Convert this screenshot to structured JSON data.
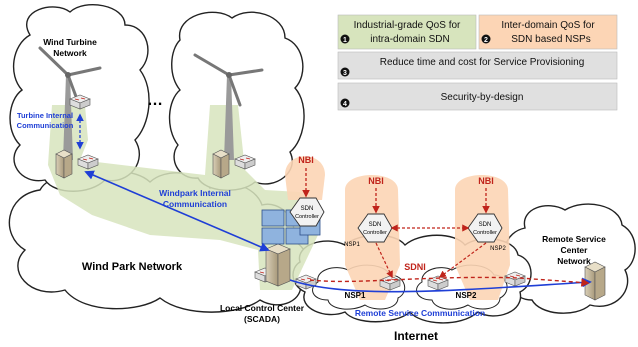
{
  "legend": {
    "box1_line1": "Industrial-grade QoS for",
    "box1_line2": "intra-domain SDN",
    "box2_line1": "Inter-domain QoS for",
    "box2_line2": "SDN based NSPs",
    "box3": "Reduce time and cost for Service Provisioning",
    "box4": "Security-by-design",
    "colors": {
      "green": "#d7e4bd",
      "peach": "#fcd5b5",
      "gray": "#e0e0e0"
    }
  },
  "labels": {
    "wind_turbine_network_1": "Wind Turbine",
    "wind_turbine_network_2": "Network",
    "turbine_internal_1": "Turbine Internal",
    "turbine_internal_2": "Communication",
    "ellipsis": "…",
    "windpark_internal_1": "Windpark Internal",
    "windpark_internal_2": "Communication",
    "wind_park_network": "Wind Park Network",
    "local_control_center_1": "Local Control Center",
    "local_control_center_2": "(SCADA)",
    "internet": "Internet",
    "remote_service_center_1": "Remote Service",
    "remote_service_center_2": "Center",
    "remote_service_center_3": "Network",
    "remote_service_comm": "Remote Service Communication",
    "nbi_1": "NBI",
    "nbi_2": "NBI",
    "nbi_3": "NBI",
    "sdni": "SDNI",
    "nsp1_cloud": "NSP1",
    "nsp2_cloud": "NSP2",
    "nsp1_tag": "NSP1",
    "nsp2_tag": "NSP2",
    "sdn_controller_line1": "SDN",
    "sdn_controller_line2": "Controller"
  },
  "icons": [
    "wind-turbine-icon",
    "switch-icon",
    "server-icon",
    "sdn-controller-icon",
    "firewall-icon"
  ]
}
